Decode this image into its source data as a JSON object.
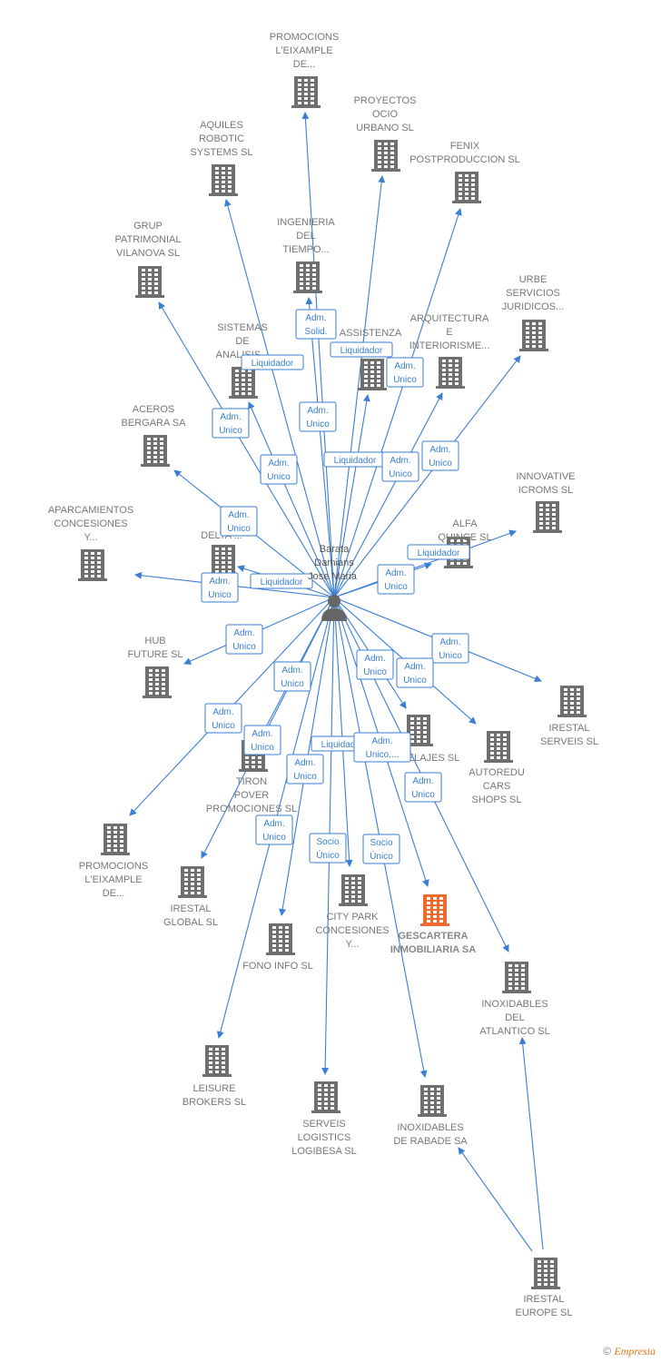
{
  "colors": {
    "edge": "#3a7fd5",
    "building": "#6f6f6f",
    "highlight": "#f06a2f",
    "person": "#666666"
  },
  "person": {
    "name_lines": [
      "Barata",
      "Damians",
      "Jose Maria"
    ],
    "icon": "person-icon"
  },
  "companies": [
    {
      "id": "promocions-top",
      "lines": [
        "PROMOCIONS",
        "L'EIXAMPLE",
        "DE..."
      ]
    },
    {
      "id": "proyectos-ocio",
      "lines": [
        "PROYECTOS",
        "OCIO",
        "URBANO SL"
      ]
    },
    {
      "id": "aquiles",
      "lines": [
        "AQUILES",
        "ROBOTIC",
        "SYSTEMS SL"
      ]
    },
    {
      "id": "fenix",
      "lines": [
        "FENIX",
        "POSTPRODUCCION SL"
      ]
    },
    {
      "id": "grup-patrimonial",
      "lines": [
        "GRUP",
        "PATRIMONIAL",
        "VILANOVA SL"
      ]
    },
    {
      "id": "ingenieria",
      "lines": [
        "INGENIERIA",
        "DEL",
        "TIEMPO..."
      ]
    },
    {
      "id": "urbe",
      "lines": [
        "URBE",
        "SERVICIOS",
        "JURIDICOS..."
      ]
    },
    {
      "id": "sistemas",
      "lines": [
        "SISTEMAS",
        "DE",
        "ANALISIS..."
      ]
    },
    {
      "id": "assistenza",
      "lines": [
        "ASSISTENZA",
        "..."
      ]
    },
    {
      "id": "arquitectura",
      "lines": [
        "ARQUITECTURA",
        "E",
        "INTERIORISME..."
      ]
    },
    {
      "id": "aceros",
      "lines": [
        "ACEROS",
        "BERGARA SA"
      ]
    },
    {
      "id": "innovative",
      "lines": [
        "INNOVATIVE",
        "ICROMS SL"
      ]
    },
    {
      "id": "aparcamientos",
      "lines": [
        "APARCAMIENTOS",
        "CONCESIONES",
        "Y..."
      ]
    },
    {
      "id": "delta",
      "lines": [
        "DELTA ..."
      ]
    },
    {
      "id": "alfa",
      "lines": [
        "ALFA",
        "QUINCE SL"
      ]
    },
    {
      "id": "hub-future",
      "lines": [
        "HUB",
        "FUTURE SL"
      ]
    },
    {
      "id": "irestal-serveis",
      "lines": [
        "IRESTAL",
        "SERVEIS SL"
      ]
    },
    {
      "id": "fuselajes",
      "lines": [
        "...FUSELAJES SL"
      ]
    },
    {
      "id": "autoredu",
      "lines": [
        "AUTOREDU",
        "CARS",
        "SHOPS SL"
      ]
    },
    {
      "id": "tiron",
      "lines": [
        "TIRON",
        "POVER",
        "PROMOCIONES SL"
      ]
    },
    {
      "id": "promocions-bottom",
      "lines": [
        "PROMOCIONS",
        "L'EIXAMPLE",
        "DE..."
      ]
    },
    {
      "id": "irestal-global",
      "lines": [
        "IRESTAL",
        "GLOBAL SL"
      ]
    },
    {
      "id": "city-park",
      "lines": [
        "CITY PARK",
        "CONCESIONES",
        "Y..."
      ]
    },
    {
      "id": "gescartera",
      "lines": [
        "GESCARTERA",
        "INMOBILIARIA SA"
      ],
      "highlight": true
    },
    {
      "id": "fono-info",
      "lines": [
        "FONO INFO SL"
      ]
    },
    {
      "id": "inoxidables-atlantico",
      "lines": [
        "INOXIDABLES",
        "DEL",
        "ATLANTICO SL"
      ]
    },
    {
      "id": "leisure",
      "lines": [
        "LEISURE",
        "BROKERS SL"
      ]
    },
    {
      "id": "serveis-logistics",
      "lines": [
        "SERVEIS",
        "LOGISTICS",
        "LOGIBESA SL"
      ]
    },
    {
      "id": "inoxidables-rabade",
      "lines": [
        "INOXIDABLES",
        "DE RABADE SA"
      ]
    },
    {
      "id": "irestal-europe",
      "lines": [
        "IRESTAL",
        "EUROPE  SL"
      ]
    }
  ],
  "edge_labels": [
    {
      "lines": [
        "Adm.",
        "Solid."
      ]
    },
    {
      "lines": [
        "Liquidador"
      ]
    },
    {
      "lines": [
        "Adm.",
        "Unico"
      ]
    },
    {
      "lines": [
        "Liquidador"
      ]
    },
    {
      "lines": [
        "Adm.",
        "Unico"
      ]
    },
    {
      "lines": [
        "Adm.",
        "Unico"
      ]
    },
    {
      "lines": [
        "Liquidador"
      ]
    },
    {
      "lines": [
        "Adm.",
        "Unico"
      ]
    },
    {
      "lines": [
        "Adm.",
        "Unico"
      ]
    },
    {
      "lines": [
        "Adm.",
        "Unico"
      ]
    },
    {
      "lines": [
        "Adm.",
        "Unico"
      ]
    },
    {
      "lines": [
        "Liquidador"
      ]
    },
    {
      "lines": [
        "Adm.",
        "Unico"
      ]
    },
    {
      "lines": [
        "Liquidador"
      ]
    },
    {
      "lines": [
        "Adm.",
        "Unico"
      ]
    },
    {
      "lines": [
        "Adm.",
        "Unico"
      ]
    },
    {
      "lines": [
        "Adm.",
        "Unico"
      ]
    },
    {
      "lines": [
        "Adm.",
        "Unico"
      ]
    },
    {
      "lines": [
        "Adm.",
        "Unico"
      ]
    },
    {
      "lines": [
        "Adm.",
        "Unico"
      ]
    },
    {
      "lines": [
        "Adm.",
        "Unico"
      ]
    },
    {
      "lines": [
        "Adm.",
        "Unico"
      ]
    },
    {
      "lines": [
        "Liquidador"
      ]
    },
    {
      "lines": [
        "Adm.",
        "Unico,..."
      ]
    },
    {
      "lines": [
        "Adm.",
        "Unico"
      ]
    },
    {
      "lines": [
        "Adm.",
        "Unico"
      ]
    },
    {
      "lines": [
        "Adm.",
        "Unico"
      ]
    },
    {
      "lines": [
        "Socio",
        "Único"
      ]
    },
    {
      "lines": [
        "Socio",
        "Único"
      ]
    }
  ],
  "footer": {
    "copyright": "©",
    "brand": "Empresia"
  }
}
